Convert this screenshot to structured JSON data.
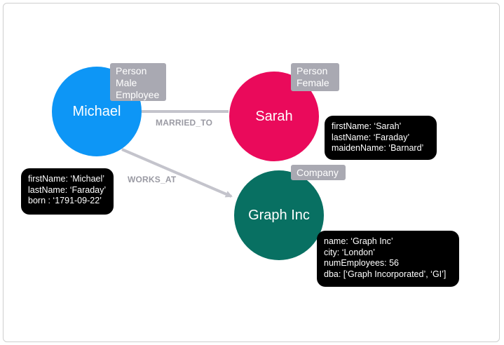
{
  "colors": {
    "michael": "#0d96f6",
    "sarah": "#ea0a5b",
    "graph_inc": "#087062",
    "label_bg": "#a9a9b2",
    "edge": "#c4c4cc",
    "edge_text": "#9a9aa3"
  },
  "nodes": {
    "michael": {
      "name": "Michael",
      "labels": [
        "Person",
        "Male",
        "Employee"
      ],
      "properties": [
        "firstName: ‘Michael’",
        "lastName:  ‘Faraday’",
        "born : ‘1791-09-22’"
      ]
    },
    "sarah": {
      "name": "Sarah",
      "labels": [
        "Person",
        "Female"
      ],
      "properties": [
        "firstName: ‘Sarah’",
        "lastName:  ‘Faraday’",
        "maidenName: ‘Barnard’"
      ]
    },
    "graph_inc": {
      "name": "Graph Inc",
      "labels": [
        "Company"
      ],
      "properties": [
        "name: ‘Graph Inc’",
        "city:  ‘London’",
        "numEmployees: 56",
        "dba: [‘Graph Incorporated’, ‘GI’]"
      ]
    }
  },
  "edges": {
    "married_to": "MARRIED_TO",
    "works_at": "WORKS_AT"
  }
}
